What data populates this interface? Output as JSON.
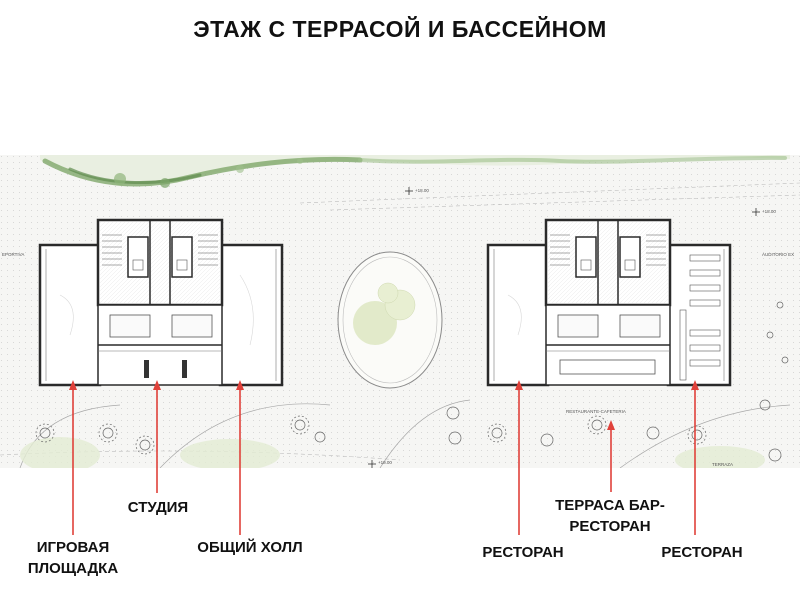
{
  "title": "ЭТАЖ С ТЕРРАСОЙ И БАССЕЙНОМ",
  "plan": {
    "level_marks": [
      "+18.00",
      "+18.00",
      "+18.00"
    ],
    "small_labels": {
      "left_edge": "EPORTIVA",
      "right_edge": "AUDITORIO EX",
      "restaurant_cafeteria": "RESTAURANTE-CAFETERIA",
      "terraza": "TERRAZA"
    }
  },
  "callouts": {
    "play_area": "ИГРОВАЯ ПЛОЩАДКА",
    "studio": "СТУДИЯ",
    "common_hall": "ОБЩИЙ ХОЛЛ",
    "restaurant_left": "РЕСТОРАН",
    "terrace_bar": "ТЕРРАСА БАР-РЕСТОРАН",
    "restaurant_right": "РЕСТОРАН"
  },
  "colors": {
    "arrow": "#e0413a",
    "wall": "#2a2a2a",
    "greenery": "#7fa86a",
    "tree_canopy": "#dfe8c4",
    "ground": "#f6f6f4"
  }
}
